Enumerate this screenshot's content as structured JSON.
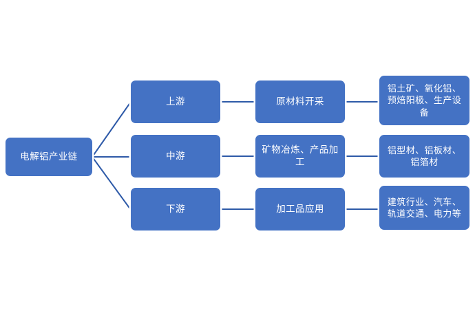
{
  "diagram": {
    "title": "电解铝产业链",
    "colors": {
      "node_fill": "#4472C4",
      "node_text": "#FFFFFF",
      "connector": "#2E5AA8",
      "background": "#FFFFFF"
    },
    "root": {
      "label": "电解铝产业链"
    },
    "rows": [
      {
        "stage": "上游",
        "activity": "原材料开采",
        "detail": "铝土矿、氧化铝、预焙阳极、生产设备"
      },
      {
        "stage": "中游",
        "activity": "矿物冶炼、产品加工",
        "detail": "铝型材、铝板材、铝箔材"
      },
      {
        "stage": "下游",
        "activity": "加工品应用",
        "detail": "建筑行业、汽车、轨道交通、电力等"
      }
    ]
  }
}
